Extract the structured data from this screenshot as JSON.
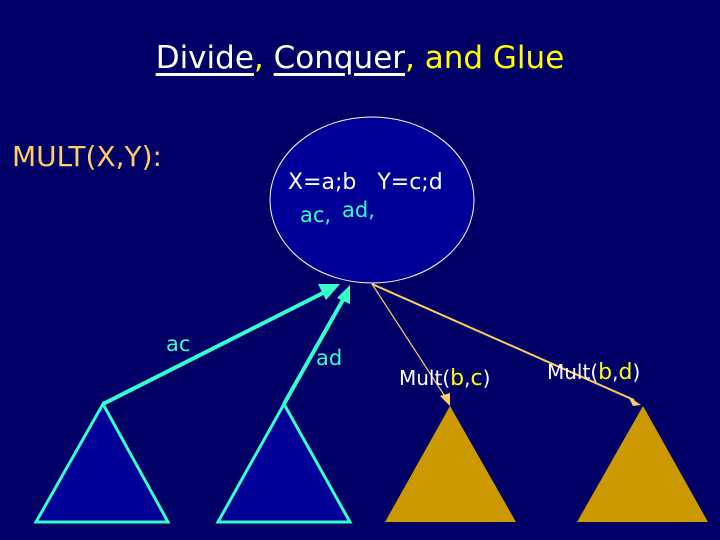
{
  "title": {
    "part1": "Divide",
    "sep1": ", ",
    "part2": "Conquer",
    "sep2": ", and Glue"
  },
  "mult_label": "MULT(X,Y):",
  "node": {
    "line1": "X=a;b   Y=c;d",
    "ac": "ac,",
    "ad": "ad,"
  },
  "edges": {
    "ac": "ac",
    "ad": "ad",
    "mult_bc": {
      "fn": "Mult(",
      "a": "b",
      "comma": ",",
      "b": "c",
      "close": ")"
    },
    "mult_bd": {
      "fn": "Mult(",
      "a": "b",
      "comma": ",",
      "b": "d",
      "close": ")"
    }
  },
  "colors": {
    "background": "#000066",
    "node": "#000099",
    "done": "#33ffcc",
    "pending": "#ffcc66",
    "pending_fill": "#cc9900"
  }
}
